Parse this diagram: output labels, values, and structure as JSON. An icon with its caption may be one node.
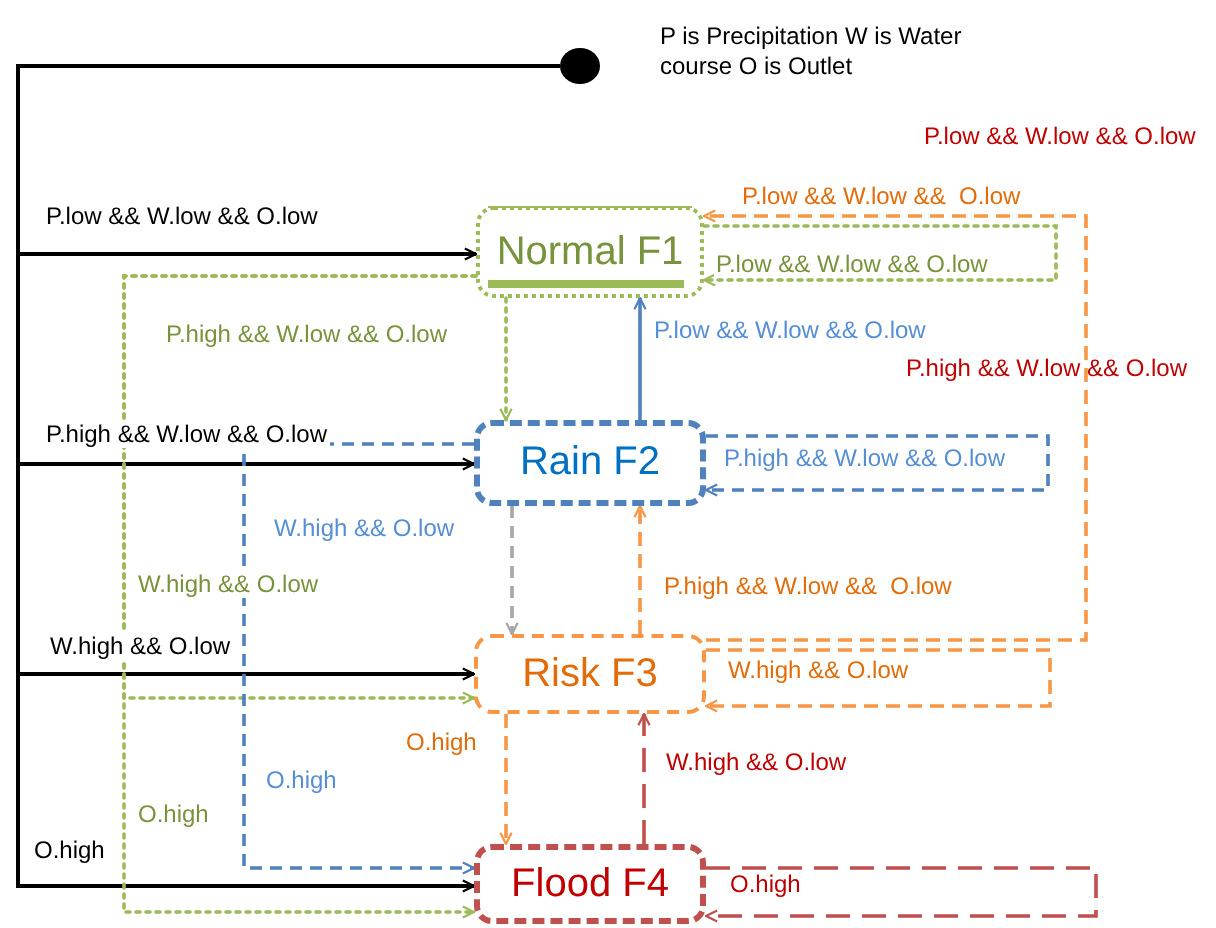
{
  "diagram": {
    "nodes": [
      {
        "text": [],
        "shape": "circle"
      },
      {
        "text": [
          "Normal F1"
        ]
      },
      {
        "text": [
          "Rain F2"
        ]
      },
      {
        "text": [
          "Risk F3"
        ]
      },
      {
        "text": [
          "Flood F4"
        ]
      }
    ],
    "edges": [
      {
        "from": 0,
        "to": 1,
        "arrow": "to",
        "label": "P.low && W.low && O.low",
        "color": "#000000"
      },
      {
        "from": 0,
        "to": 2,
        "arrow": "to",
        "label": "P.high && W.low && O.low",
        "color": "#000000"
      },
      {
        "from": 0,
        "to": 3,
        "arrow": "to",
        "label": "W.high && O.low",
        "color": "#000000"
      },
      {
        "from": 0,
        "to": 4,
        "arrow": "to",
        "label": "O.high",
        "color": "#000000"
      },
      {
        "from": 1,
        "to": 1,
        "arrow": "to",
        "label": "P.low && W.low && O.low",
        "style": "dashed",
        "color": "#9bbb59"
      },
      {
        "from": 1,
        "to": 2,
        "arrow": "to",
        "label": "P.high && W.low && O.low",
        "style": "dashed",
        "color": "#9bbb59"
      },
      {
        "from": 1,
        "to": 3,
        "arrow": "to",
        "label": "W.high && O.low",
        "style": "dashed",
        "color": "#9bbb59"
      },
      {
        "from": 1,
        "to": 4,
        "arrow": "to",
        "label": "O.high",
        "style": "dashed",
        "color": "#9bbb59"
      },
      {
        "from": 2,
        "to": 1,
        "arrow": "to",
        "label": "P.low && W.low && O.low",
        "color": "#4f81bd"
      },
      {
        "from": 2,
        "to": 2,
        "arrow": "to",
        "label": "P.high && W.low && O.low",
        "style": "dashed",
        "color": "#4f81bd"
      },
      {
        "from": 2,
        "to": 3,
        "arrow": "to",
        "label": "W.high && O.low",
        "style": "dashed",
        "color": "#a6a6a6"
      },
      {
        "from": 2,
        "to": 4,
        "arrow": "to",
        "label": "O.high",
        "style": "dashed",
        "color": "#4f81bd"
      },
      {
        "from": 3,
        "to": 1,
        "arrow": "to",
        "label": "P.low && W.low &&  O.low",
        "style": "dashed",
        "color": "#f79646"
      },
      {
        "from": 3,
        "to": 2,
        "arrow": "to",
        "label": "P.high && W.low &&  O.low",
        "style": "dashed",
        "color": "#f79646"
      },
      {
        "from": 3,
        "to": 3,
        "arrow": "to",
        "label": "W.high && O.low",
        "style": "dashed",
        "color": "#f79646"
      },
      {
        "from": 3,
        "to": 4,
        "arrow": "to",
        "label": "O.high",
        "style": "dashed",
        "color": "#f79646"
      },
      {
        "from": 4,
        "to": 3,
        "arrow": "to",
        "label": "W.high && O.low",
        "style": "dashed",
        "color": "#c0504d"
      },
      {
        "from": 4,
        "to": 4,
        "arrow": "to",
        "label": "O.high",
        "style": "dashed",
        "color": "#c0504d"
      }
    ],
    "labels": [
      "P is Precipitation W is Water course O is Outlet",
      "P.low && W.low && O.low",
      "P.high && W.low && O.low"
    ]
  }
}
